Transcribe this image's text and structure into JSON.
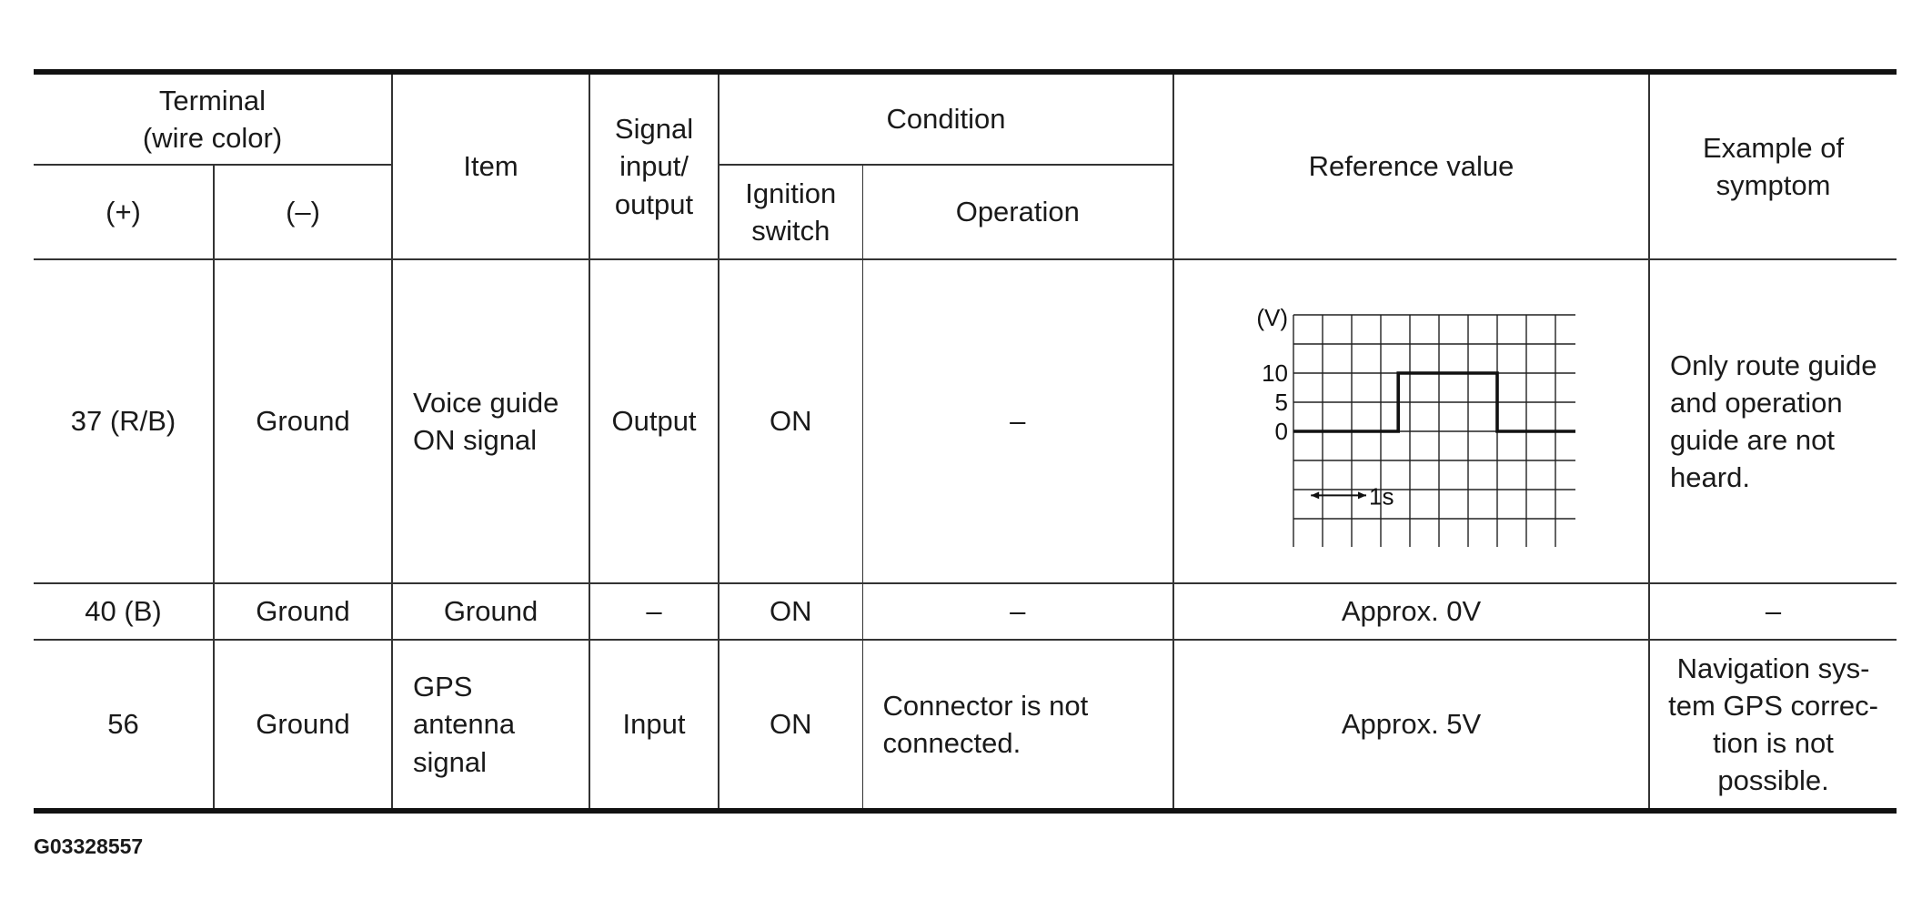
{
  "header": {
    "terminal": "Terminal\n(wire color)",
    "plus": "(+)",
    "minus": "(–)",
    "item": "Item",
    "signal": "Signal\ninput/\noutput",
    "condition": "Condition",
    "ignition": "Ignition\nswitch",
    "operation": "Operation",
    "reference": "Reference value",
    "symptom": "Example of\nsymptom"
  },
  "rows": [
    {
      "plus": "37 (R/B)",
      "minus": "Ground",
      "item": "Voice guide\nON signal",
      "signal": "Output",
      "ignition": "ON",
      "operation": "–",
      "symptom": "Only route guide\nand operation\nguide are not\nheard."
    },
    {
      "plus": "40 (B)",
      "minus": "Ground",
      "item": "Ground",
      "signal": "–",
      "ignition": "ON",
      "operation": "–",
      "reference": "Approx. 0V",
      "symptom": "–"
    },
    {
      "plus": "56",
      "minus": "Ground",
      "item": "GPS\nantenna\nsignal",
      "signal": "Input",
      "ignition": "ON",
      "operation": "Connector is not\nconnected.",
      "reference": "Approx. 5V",
      "symptom": "Navigation sys-\ntem GPS correc-\ntion is not\npossible."
    }
  ],
  "waveform": {
    "unit_label": "(V)",
    "y_ticks": [
      "10",
      "5",
      "0"
    ],
    "time_label": "1s",
    "grid_cols": 10,
    "grid_rows": 8,
    "signal": {
      "low_v": 0,
      "high_v": 10,
      "rise_col": 3.6,
      "fall_col": 7.0
    }
  },
  "figure_id": "G03328557"
}
